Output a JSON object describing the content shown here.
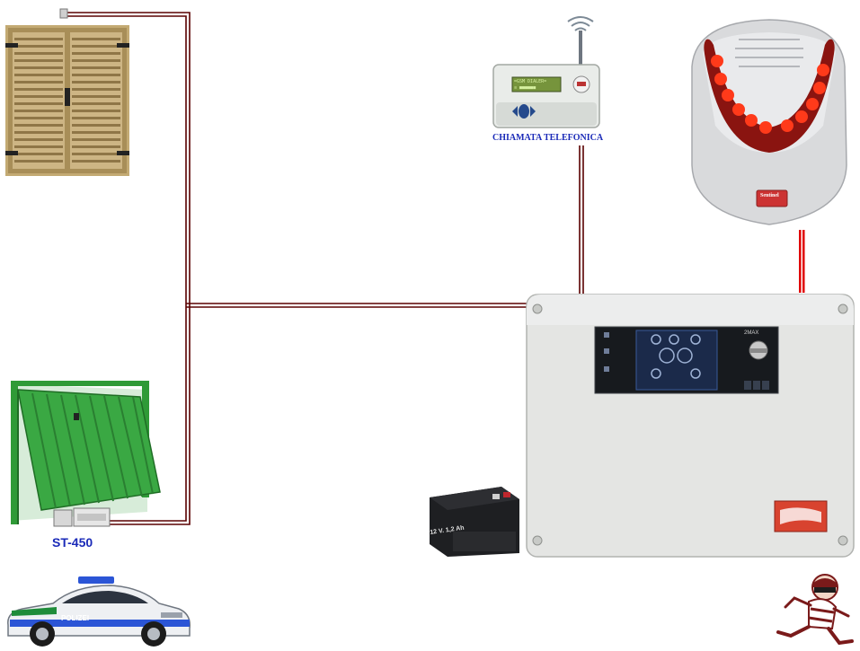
{
  "diagram": {
    "labels": {
      "garage_sensor": "ST-450",
      "phone_dialer": "CHIAMATA TELEFONICA"
    },
    "devices": {
      "phone_dialer_display": "=GSM DIALER=",
      "phone_dialer_display_line2": "≡ ■■■■■■",
      "battery_title": "12 V. 1,2 Ah",
      "police_car_text": "POLIZEI",
      "control_panel_model": "2MAX",
      "brand_plate": "Sentinel"
    },
    "colors": {
      "wire": "#5a0000",
      "power_wire": "#e00000",
      "label_blue": "#1a2ab8",
      "shutter_wood": "#b79a63",
      "garage_green": "#2f9a37",
      "siren_led": "#ff3a1a"
    }
  }
}
